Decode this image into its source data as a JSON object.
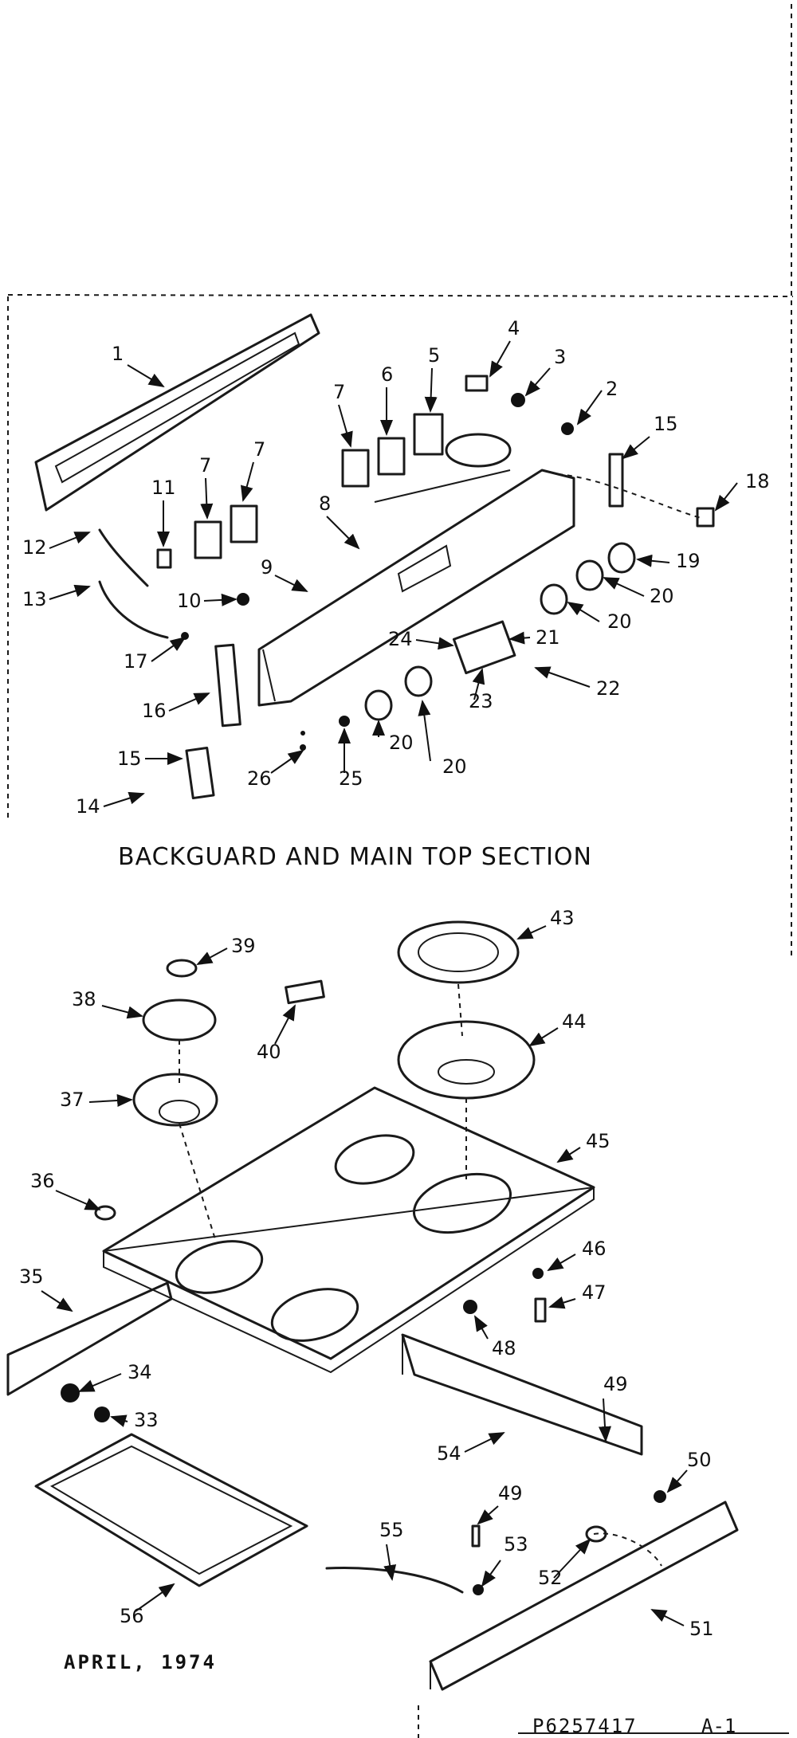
{
  "section_title": "BACKGUARD AND MAIN TOP SECTION",
  "date": "APRIL, 1974",
  "part_number": "P6257417",
  "page_code": "A-1",
  "callouts": [
    "1",
    "2",
    "3",
    "4",
    "5",
    "6",
    "7",
    "7",
    "7",
    "8",
    "9",
    "10",
    "11",
    "12",
    "13",
    "14",
    "15",
    "15",
    "16",
    "17",
    "18",
    "19",
    "20",
    "20",
    "20",
    "20",
    "21",
    "22",
    "23",
    "24",
    "25",
    "26",
    "33",
    "34",
    "35",
    "36",
    "37",
    "38",
    "39",
    "40",
    "43",
    "44",
    "45",
    "46",
    "47",
    "48",
    "49",
    "49",
    "50",
    "51",
    "52",
    "53",
    "54",
    "55",
    "56"
  ]
}
